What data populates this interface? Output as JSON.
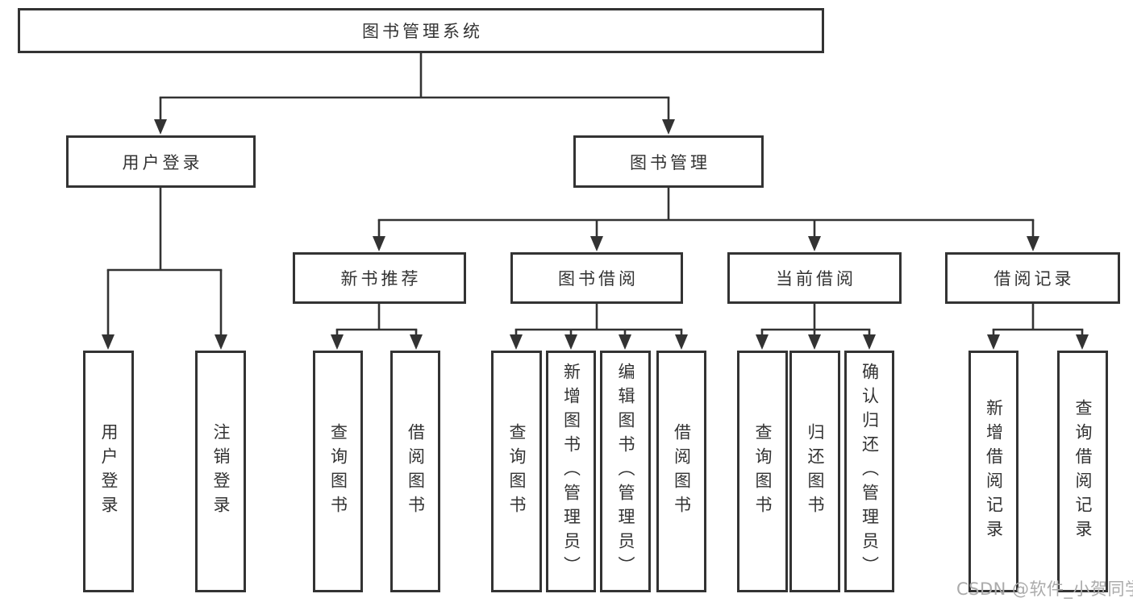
{
  "diagram": {
    "root_label": "图书管理系统",
    "level2": [
      {
        "label": "用户登录"
      },
      {
        "label": "图书管理"
      }
    ],
    "level3": [
      {
        "label": "新书推荐"
      },
      {
        "label": "图书借阅"
      },
      {
        "label": "当前借阅"
      },
      {
        "label": "借阅记录"
      }
    ],
    "leaves": [
      {
        "label": "用户登录"
      },
      {
        "label": "注销登录"
      },
      {
        "label": "查询图书"
      },
      {
        "label": "借阅图书"
      },
      {
        "label": "查询图书"
      },
      {
        "label": "新增图书（管理员）"
      },
      {
        "label": "编辑图书（管理员）"
      },
      {
        "label": "借阅图书"
      },
      {
        "label": "查询图书"
      },
      {
        "label": "归还图书"
      },
      {
        "label": "确认归还（管理员）"
      },
      {
        "label": "新增借阅记录"
      },
      {
        "label": "查询借阅记录"
      }
    ],
    "watermark": "CSDN @软件_小贺同学",
    "colors": {
      "line": "#333333",
      "text": "#333333",
      "background": "#ffffff",
      "watermark": "#ababab"
    }
  }
}
